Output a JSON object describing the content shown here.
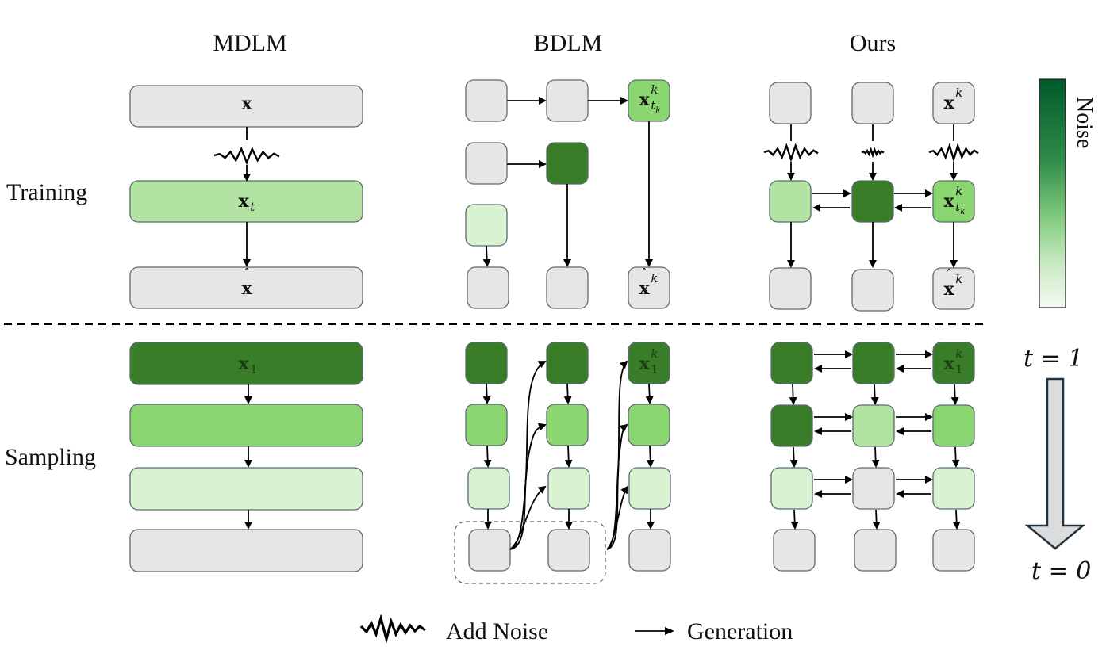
{
  "columns": {
    "mdlm": "MDLM",
    "bdlm": "BDLM",
    "ours": "Ours"
  },
  "rows": {
    "training": "Training",
    "sampling": "Sampling"
  },
  "colors": {
    "clean": "#e6e6e6",
    "light": "#d8f2d2",
    "mid_light": "#b3e3a3",
    "mid": "#8cd672",
    "dark": "#3a7d28",
    "stroke": "#5b6b6f",
    "colorbar_top": "#005a2a",
    "colorbar_bottom": "#f4fbf2"
  },
  "labels": {
    "x": "x",
    "xt": "x_t",
    "xhat": "x̂",
    "x1": "x_1",
    "xk": "x^k",
    "xtk": "x^k_{t_k}",
    "xhatk": "x̂^k",
    "x1k": "x^k_1"
  },
  "mdlm": {
    "training": [
      "clean",
      "mid_light",
      "clean"
    ],
    "sampling": [
      "dark",
      "mid",
      "light",
      "clean"
    ]
  },
  "bdlm": {
    "training": [
      [
        "clean",
        "clean",
        "mid"
      ],
      [
        "clean",
        "dark"
      ],
      [
        "light"
      ],
      [
        "clean",
        "clean",
        "clean"
      ]
    ],
    "sampling": [
      [
        "dark",
        "dark",
        "dark"
      ],
      [
        "mid",
        "mid",
        "mid"
      ],
      [
        "light",
        "light",
        "light"
      ],
      [
        "clean",
        "clean",
        "clean"
      ]
    ]
  },
  "ours": {
    "training": [
      [
        "clean",
        "clean",
        "clean"
      ],
      [
        "mid_light",
        "dark",
        "mid"
      ],
      [
        "clean",
        "clean",
        "clean"
      ]
    ],
    "sampling": [
      [
        "dark",
        "dark",
        "dark"
      ],
      [
        "dark",
        "mid_light",
        "mid"
      ],
      [
        "light",
        "clean",
        "light"
      ],
      [
        "clean",
        "clean",
        "clean"
      ]
    ]
  },
  "colorbar": {
    "label": "Noise"
  },
  "time_axis": {
    "start": "t = 1",
    "end": "t = 0"
  },
  "legend": {
    "noise": "Add Noise",
    "generation": "Generation"
  }
}
